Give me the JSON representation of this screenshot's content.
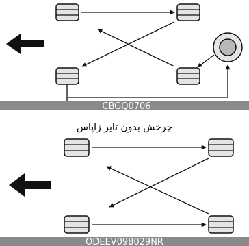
{
  "top_diagram": {
    "code": "CBGQ0706",
    "caption": "چرخش بدون تایر زاپاس"
  },
  "bottom_diagram": {
    "code": "ODEEV098029NR"
  },
  "colors": {
    "bar": "#8a8a8a",
    "tire_fill": "#e4e4e4",
    "spare_inner": "#b8b8b8",
    "stroke": "#111111"
  }
}
